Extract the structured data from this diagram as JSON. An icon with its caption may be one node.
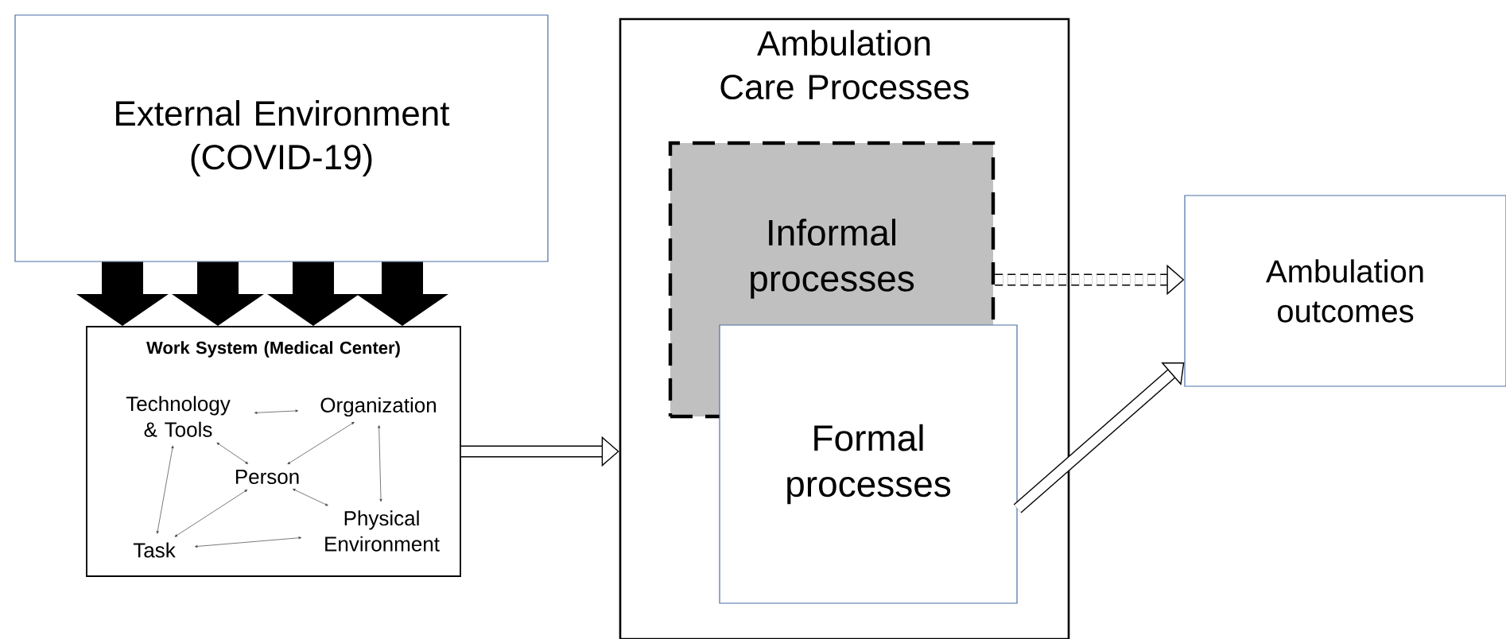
{
  "diagram": {
    "nodes": [
      {
        "text": [
          "External Environment (COVID-19)"
        ]
      },
      {
        "text": [
          "Work System (Medical Center)"
        ]
      },
      {
        "text": [
          "Technology & Tools"
        ],
        "in": 1
      },
      {
        "text": [
          "Organization"
        ],
        "in": 1
      },
      {
        "text": [
          "Person"
        ],
        "in": 1
      },
      {
        "text": [
          "Task"
        ],
        "in": 1
      },
      {
        "text": [
          "Physical Environment"
        ],
        "in": 1
      },
      {
        "text": [
          "Ambulation Care Processes"
        ]
      },
      {
        "text": [
          "Informal processes"
        ],
        "in": 7
      },
      {
        "text": [
          "Formal processes"
        ],
        "in": 7
      },
      {
        "text": [
          "Ambulation outcomes"
        ]
      }
    ],
    "edges": [
      {
        "from": 0,
        "to": 1,
        "arrow": "to",
        "style": "thick"
      },
      {
        "from": 0,
        "to": 1,
        "arrow": "to",
        "style": "thick"
      },
      {
        "from": 0,
        "to": 1,
        "arrow": "to",
        "style": "thick"
      },
      {
        "from": 0,
        "to": 1,
        "arrow": "to",
        "style": "thick"
      },
      {
        "from": 2,
        "to": 3,
        "arrow": "both"
      },
      {
        "from": 3,
        "to": 4,
        "arrow": "both"
      },
      {
        "from": 2,
        "to": 4,
        "arrow": "both"
      },
      {
        "from": 2,
        "to": 5,
        "arrow": "both"
      },
      {
        "from": 5,
        "to": 4,
        "arrow": "both"
      },
      {
        "from": 3,
        "to": 6,
        "arrow": "both"
      },
      {
        "from": 4,
        "to": 6,
        "arrow": "both"
      },
      {
        "from": 5,
        "to": 6,
        "arrow": "both"
      },
      {
        "from": 1,
        "to": 7,
        "arrow": "to",
        "style": "thick"
      },
      {
        "from": 8,
        "to": 10,
        "arrow": "to",
        "style": "dashed"
      },
      {
        "from": 9,
        "to": 10,
        "arrow": "to",
        "style": "thick"
      }
    ]
  }
}
